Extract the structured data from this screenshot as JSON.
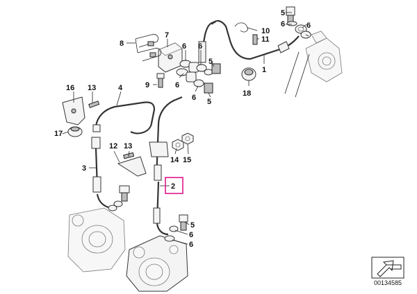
{
  "callouts": {
    "p1": "1",
    "p2": "2",
    "p3": "3",
    "p4": "4",
    "p5a": "5",
    "p5b": "5",
    "p5c": "5",
    "p5d": "5",
    "p6a": "6",
    "p6b": "6",
    "p6c": "6",
    "p6d": "6",
    "p6e": "6",
    "p6f": "6",
    "p7": "7",
    "p8": "8",
    "p9": "9",
    "p10": "10",
    "p11": "11",
    "p12": "12",
    "p13a": "13",
    "p13b": "13",
    "p14": "14",
    "p15": "15",
    "p16": "16",
    "p17": "17",
    "p18": "18"
  },
  "highlight_color": "#e0188c",
  "catalog_number": "00134585"
}
